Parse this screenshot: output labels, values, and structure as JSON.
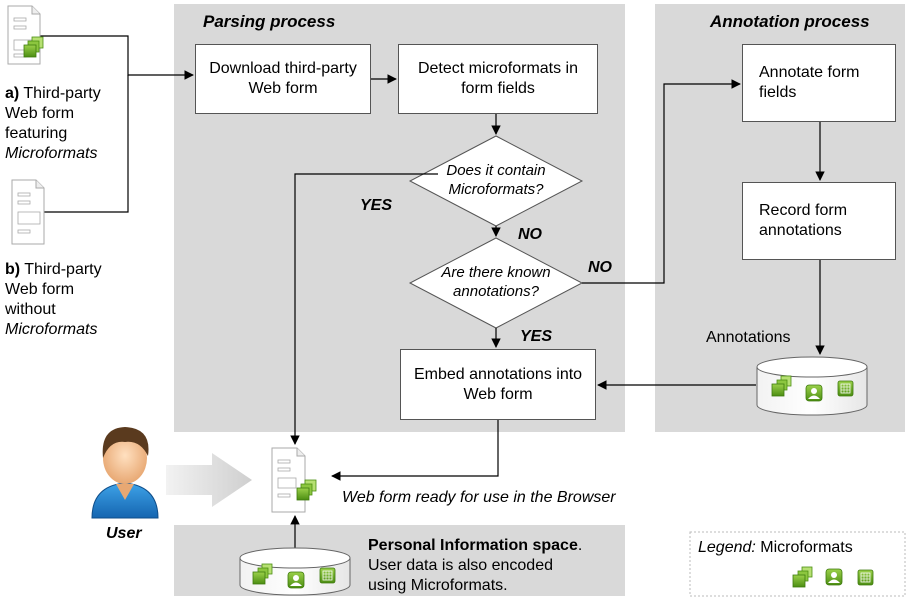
{
  "panels": {
    "parsing_title": "Parsing process",
    "annotation_title": "Annotation process"
  },
  "boxes": {
    "download": "Download third-party Web form",
    "detect": "Detect microformats in form fields",
    "annotate": "Annotate form fields",
    "record": "Record form annotations",
    "embed": "Embed annotations into Web form"
  },
  "decisions": {
    "contain": "Does it contain Microformats?",
    "known": "Are there known annotations?"
  },
  "edge_labels": {
    "yes_1": "YES",
    "no_1": "NO",
    "no_2": "NO",
    "yes_2": "YES"
  },
  "inputs": {
    "a_prefix": "a)",
    "a_line1": " Third-party",
    "a_line2": "Web form",
    "a_line3": "featuring",
    "a_line4": "Microformats",
    "b_prefix": "b)",
    "b_line1": " Third-party",
    "b_line2": "Web form",
    "b_line3": "without",
    "b_line4": "Microformats"
  },
  "annotations_label": "Annotations",
  "web_form_ready": "Web form ready for use in the Browser",
  "user_label": "User",
  "personal_info": {
    "title": "Personal Information space",
    "title_suffix": ".",
    "line2": "User data is also encoded",
    "line3": "using Microformats."
  },
  "legend": {
    "prefix": "Legend:",
    "text": " Microformats"
  },
  "colors": {
    "panel": "#d9d9d9",
    "microformat_green": "#6aaa1e",
    "user_shirt": "#1f7fc6",
    "hair": "#5a3a1e"
  }
}
